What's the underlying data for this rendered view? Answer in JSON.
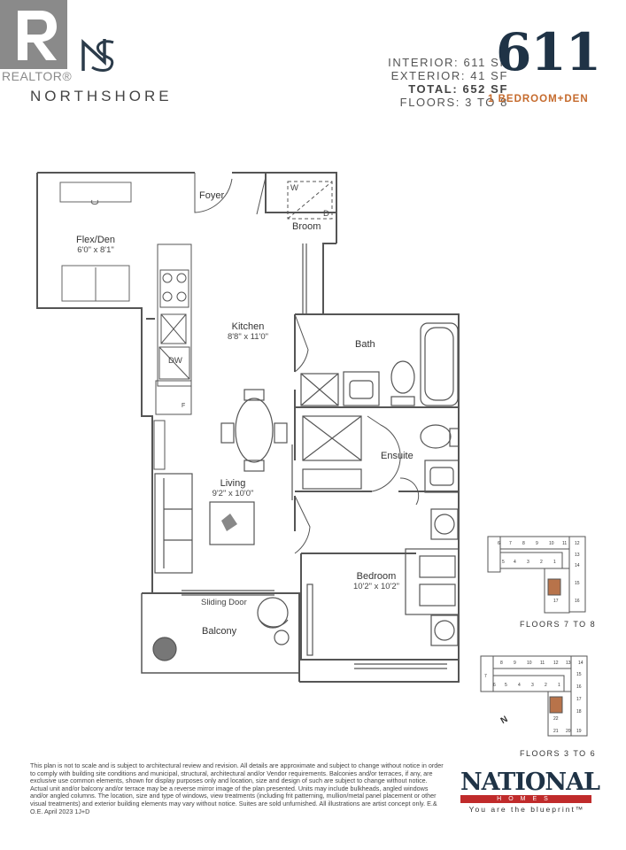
{
  "realtor_logo": {
    "label": "REALTOR®"
  },
  "brand": {
    "name": "NORTHSHORE"
  },
  "specs": {
    "interior": "INTERIOR: 611 SF",
    "exterior": "EXTERIOR: 41 SF",
    "total": "TOTAL: 652 SF",
    "floors": "FLOORS: 3 TO 8"
  },
  "unit": {
    "number": "611",
    "type": "1 BEDROOM+DEN"
  },
  "rooms": {
    "flex": {
      "name": "Flex/Den",
      "dims": "6'0\" x 8'1\""
    },
    "foyer": {
      "name": "Foyer"
    },
    "broom": {
      "name": "Broom",
      "w": "W",
      "d": "D"
    },
    "kitchen": {
      "name": "Kitchen",
      "dims": "8'8\" x 11'0\""
    },
    "bath": {
      "name": "Bath"
    },
    "dw": {
      "name": "DW"
    },
    "fridge": {
      "name": "F"
    },
    "ensuite": {
      "name": "Ensuite"
    },
    "living": {
      "name": "Living",
      "dims": "9'2\" x 10'0\""
    },
    "bedroom": {
      "name": "Bedroom",
      "dims": "10'2\" x 10'2\""
    },
    "sliding": {
      "name": "Sliding Door"
    },
    "balcony": {
      "name": "Balcony"
    }
  },
  "key_plans": {
    "upper": {
      "label": "FLOORS  7 TO 8",
      "units": [
        "6",
        "7",
        "8",
        "9",
        "10",
        "11",
        "12",
        "5",
        "4",
        "3",
        "2",
        "1",
        "13",
        "14",
        "15",
        "16",
        "17"
      ]
    },
    "lower": {
      "label": "FLOORS  3 TO 6",
      "units": [
        "8",
        "9",
        "10",
        "11",
        "12",
        "13",
        "14",
        "7",
        "6",
        "5",
        "4",
        "3",
        "2",
        "1",
        "15",
        "16",
        "17",
        "18",
        "19",
        "20",
        "21",
        "22"
      ]
    },
    "compass": "N"
  },
  "disclaimer": "This plan is not to scale and is subject to architectural review and revision. All details are approximate and subject to change without notice in order to comply with building site conditions and municipal, structural, architectural and/or Vendor requirements. Balconies and/or terraces, if any, are exclusive use common elements, shown for display purposes only and location, size and design of such are subject to change without notice. Actual unit and/or balcony and/or terrace may be a reverse mirror image of the plan presented. Units may include bulkheads, angled windows and/or angled columns. The location, size and type of windows, view treatments (including frit patterning, mullion/metal panel placement or other visual treatments) and exterior building elements may vary without notice. Suites are sold unfurnished. All illustrations are artist concept only. E.& O.E. April 2023     1J+D",
  "national_logo": {
    "name": "NATIONAL",
    "homes": "HOMES",
    "tagline": "You are the blueprint™"
  },
  "colors": {
    "navy": "#1f3346",
    "accent": "#c56a2c",
    "brand_red": "#c02b2b",
    "wall": "#555555",
    "highlight": "#b8734a"
  }
}
